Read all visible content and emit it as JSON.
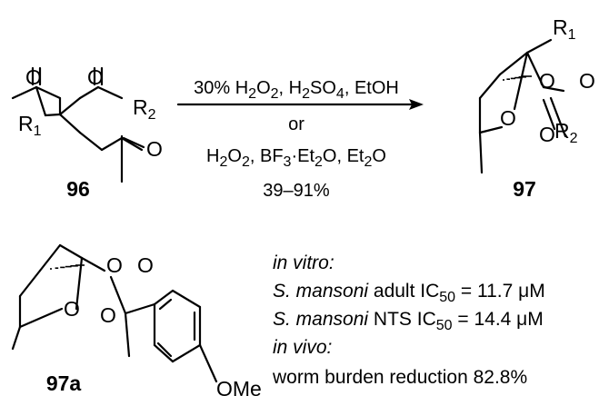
{
  "conditions": {
    "line1": [
      "30% H",
      "2",
      "O",
      "2",
      ", H",
      "2",
      "SO",
      "4",
      ", EtOH"
    ],
    "line2": "or",
    "line3": [
      "H",
      "2",
      "O",
      "2",
      ", BF",
      "3",
      "·Et",
      "2",
      "O, Et",
      "2",
      "O"
    ],
    "line4": "39–91%"
  },
  "compounds": {
    "reactant": {
      "label": "96",
      "atoms": {
        "o1": "O",
        "o2": "O",
        "o3": "O",
        "r1": "R",
        "r1_sub": "1",
        "r2": "R",
        "r2_sub": "2"
      }
    },
    "product": {
      "label": "97",
      "atoms": {
        "r1": "R",
        "r1_sub": "1",
        "r2": "R",
        "r2_sub": "2",
        "o": "O"
      }
    },
    "analog": {
      "label": "97a",
      "atoms": {
        "o": "O",
        "ome": "OMe"
      }
    }
  },
  "activity": {
    "vitro_header": "in vitro:",
    "adult": {
      "organism": "S. mansoni",
      "stage": " adult IC",
      "sub": "50",
      "value": " = 11.7 ",
      "unit": "μM"
    },
    "nts": {
      "organism": "S. mansoni",
      "stage": " NTS IC",
      "sub": "50",
      "value": " = 14.4 ",
      "unit": "μM"
    },
    "vivo_header": "in vivo:",
    "burden": "worm burden reduction 82.8%"
  }
}
